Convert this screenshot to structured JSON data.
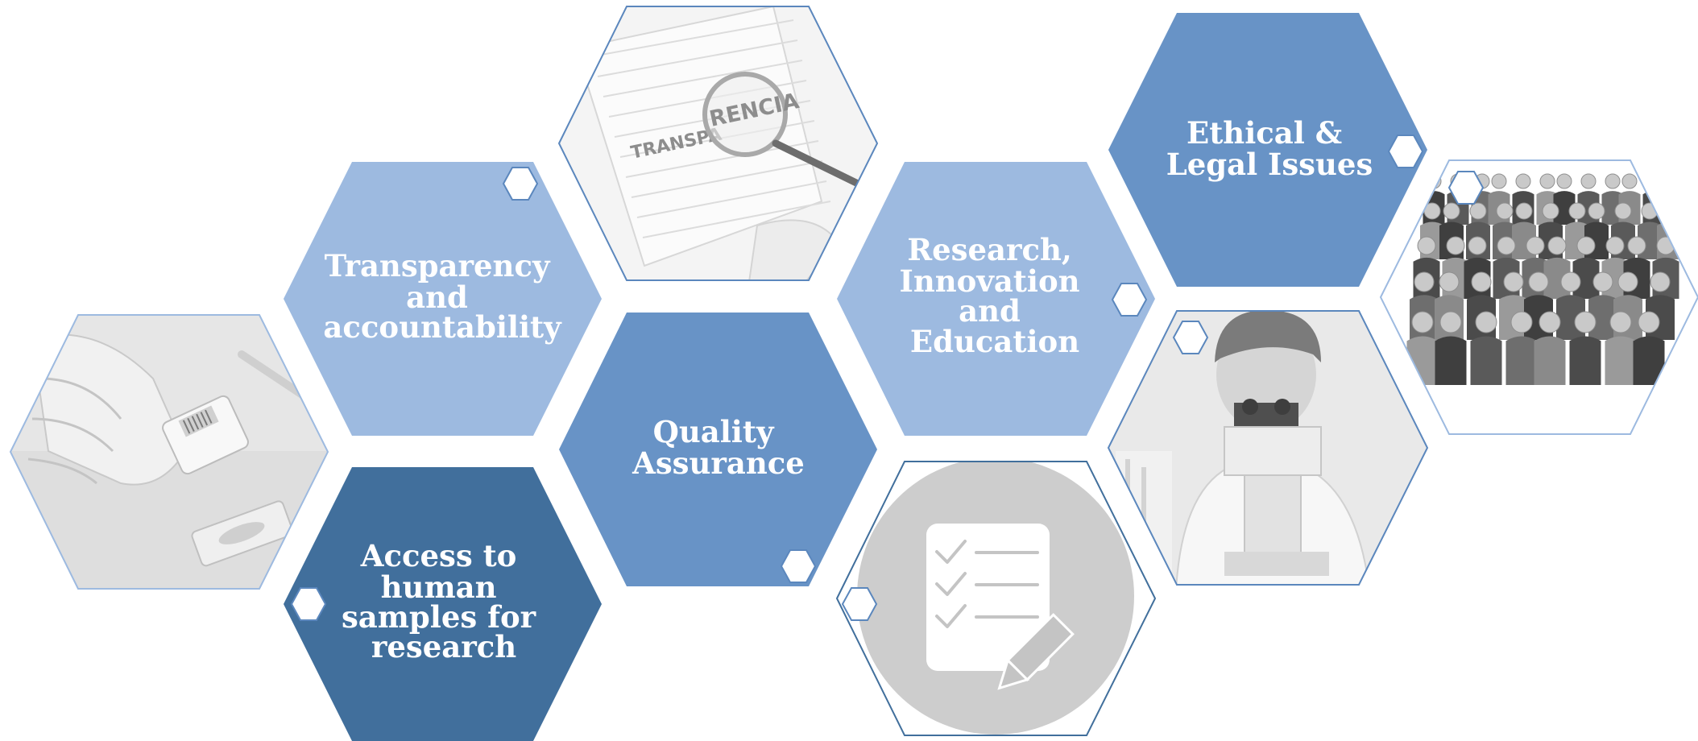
{
  "diagram": {
    "labels": {
      "transparency": [
        "Transparency",
        "and",
        "accountability"
      ],
      "quality": [
        "Quality",
        "Assurance"
      ],
      "access": [
        "Access to",
        "human",
        "samples for",
        "research"
      ],
      "research": [
        "Research,",
        "Innovation",
        "and",
        "Education"
      ],
      "ethical": [
        "Ethical &",
        "Legal Issues"
      ]
    },
    "photo_text": {
      "transparencia_left": "TRANSPA",
      "transparencia_right": "RENCIA"
    },
    "colors": {
      "light_blue": "#9dbae0",
      "mid_blue": "#6893c6",
      "dark_blue": "#416f9c",
      "outline_blue": "#5b87bd",
      "photo_gray": "#e3e3e3"
    },
    "icons": [
      "gloved-hand-sample-photo",
      "magnifier-document-photo",
      "people-crowd-photo",
      "microscope-scientist-photo",
      "checklist-pencil-icon"
    ]
  }
}
